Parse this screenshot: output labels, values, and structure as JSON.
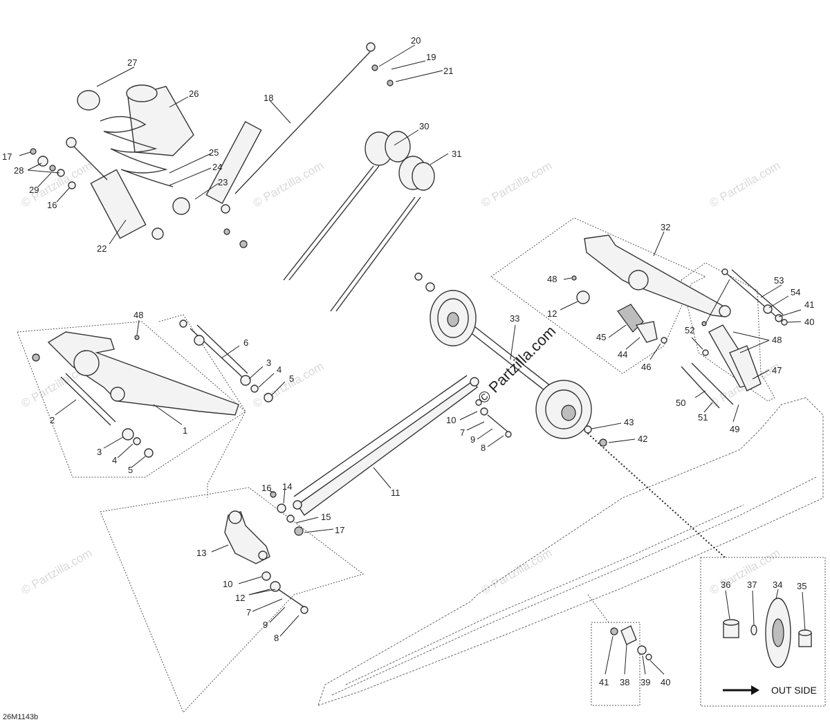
{
  "diagram_id": "26M1143b",
  "brand_watermark": "© Partzilla.com",
  "faint_watermark": "© Partzilla.com",
  "inset_legend": "OUT SIDE",
  "callouts": [
    {
      "id": "c1",
      "text": "1"
    },
    {
      "id": "c2",
      "text": "2"
    },
    {
      "id": "c3a",
      "text": "3"
    },
    {
      "id": "c3b",
      "text": "3"
    },
    {
      "id": "c4a",
      "text": "4"
    },
    {
      "id": "c4b",
      "text": "4"
    },
    {
      "id": "c5a",
      "text": "5"
    },
    {
      "id": "c5b",
      "text": "5"
    },
    {
      "id": "c6",
      "text": "6"
    },
    {
      "id": "c7a",
      "text": "7"
    },
    {
      "id": "c7b",
      "text": "7"
    },
    {
      "id": "c8a",
      "text": "8"
    },
    {
      "id": "c8b",
      "text": "8"
    },
    {
      "id": "c9a",
      "text": "9"
    },
    {
      "id": "c9b",
      "text": "9"
    },
    {
      "id": "c10a",
      "text": "10"
    },
    {
      "id": "c10b",
      "text": "10"
    },
    {
      "id": "c11",
      "text": "11"
    },
    {
      "id": "c12a",
      "text": "12"
    },
    {
      "id": "c12b",
      "text": "12"
    },
    {
      "id": "c13",
      "text": "13"
    },
    {
      "id": "c14",
      "text": "14"
    },
    {
      "id": "c15",
      "text": "15"
    },
    {
      "id": "c16a",
      "text": "16"
    },
    {
      "id": "c16b",
      "text": "16"
    },
    {
      "id": "c17a",
      "text": "17"
    },
    {
      "id": "c17b",
      "text": "17"
    },
    {
      "id": "c18",
      "text": "18"
    },
    {
      "id": "c19",
      "text": "19"
    },
    {
      "id": "c20",
      "text": "20"
    },
    {
      "id": "c21",
      "text": "21"
    },
    {
      "id": "c22",
      "text": "22"
    },
    {
      "id": "c23",
      "text": "23"
    },
    {
      "id": "c24",
      "text": "24"
    },
    {
      "id": "c25",
      "text": "25"
    },
    {
      "id": "c26",
      "text": "26"
    },
    {
      "id": "c27",
      "text": "27"
    },
    {
      "id": "c28",
      "text": "28"
    },
    {
      "id": "c29",
      "text": "29"
    },
    {
      "id": "c30",
      "text": "30"
    },
    {
      "id": "c31",
      "text": "31"
    },
    {
      "id": "c32",
      "text": "32"
    },
    {
      "id": "c33",
      "text": "33"
    },
    {
      "id": "c34",
      "text": "34"
    },
    {
      "id": "c35",
      "text": "35"
    },
    {
      "id": "c36",
      "text": "36"
    },
    {
      "id": "c37",
      "text": "37"
    },
    {
      "id": "c38",
      "text": "38"
    },
    {
      "id": "c39",
      "text": "39"
    },
    {
      "id": "c40a",
      "text": "40"
    },
    {
      "id": "c40b",
      "text": "40"
    },
    {
      "id": "c41a",
      "text": "41"
    },
    {
      "id": "c41b",
      "text": "41"
    },
    {
      "id": "c42",
      "text": "42"
    },
    {
      "id": "c43",
      "text": "43"
    },
    {
      "id": "c44",
      "text": "44"
    },
    {
      "id": "c45",
      "text": "45"
    },
    {
      "id": "c46",
      "text": "46"
    },
    {
      "id": "c47",
      "text": "47"
    },
    {
      "id": "c48a",
      "text": "48"
    },
    {
      "id": "c48b",
      "text": "48"
    },
    {
      "id": "c48c",
      "text": "48"
    },
    {
      "id": "c49",
      "text": "49"
    },
    {
      "id": "c50",
      "text": "50"
    },
    {
      "id": "c51",
      "text": "51"
    },
    {
      "id": "c52",
      "text": "52"
    },
    {
      "id": "c53",
      "text": "53"
    },
    {
      "id": "c54",
      "text": "54"
    }
  ]
}
